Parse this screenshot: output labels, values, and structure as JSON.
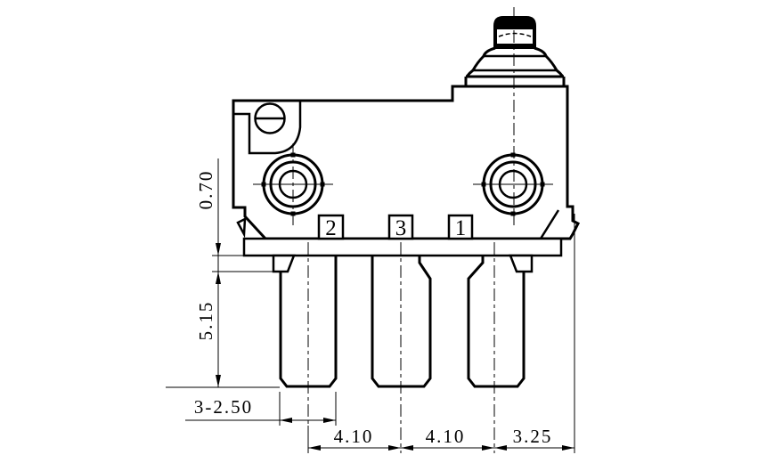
{
  "drawing": {
    "terminal_labels": [
      "2",
      "3",
      "1"
    ],
    "dimensions": {
      "body_to_standoff_height": "0.70",
      "terminal_length": "5.15",
      "terminal_width": "3-2.50",
      "pitch_2_3": "4.10",
      "pitch_3_1": "4.10",
      "end_offset": "3.25"
    },
    "colors": {
      "line": "#000000",
      "background": "#ffffff"
    }
  }
}
